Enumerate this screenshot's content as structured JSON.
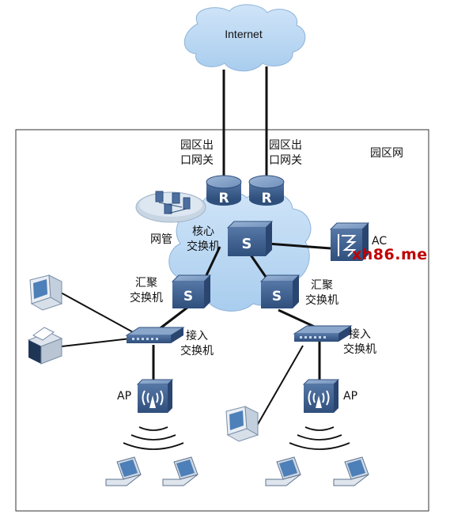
{
  "cloud_label": "Internet",
  "campus_label": "园区网",
  "gateway_left": {
    "line1": "园区出",
    "line2": "口网关"
  },
  "gateway_right": {
    "line1": "园区出",
    "line2": "口网关"
  },
  "nms_label": "网管",
  "core_switch": {
    "line1": "核心",
    "line2": "交换机"
  },
  "ac_label": "AC",
  "agg_left": {
    "line1": "汇聚",
    "line2": "交换机"
  },
  "agg_right": {
    "line1": "汇聚",
    "line2": "交换机"
  },
  "access_left": {
    "line1": "接入",
    "line2": "交换机"
  },
  "access_right": {
    "line1": "接入",
    "line2": "交换机"
  },
  "ap_left": "AP",
  "ap_right": "AP",
  "watermark": "xh86.me",
  "colors": {
    "switch_blue": "#3d5f8e",
    "cloud": "#b9d7f2",
    "line": "#111111",
    "watermark": "#c00000"
  }
}
